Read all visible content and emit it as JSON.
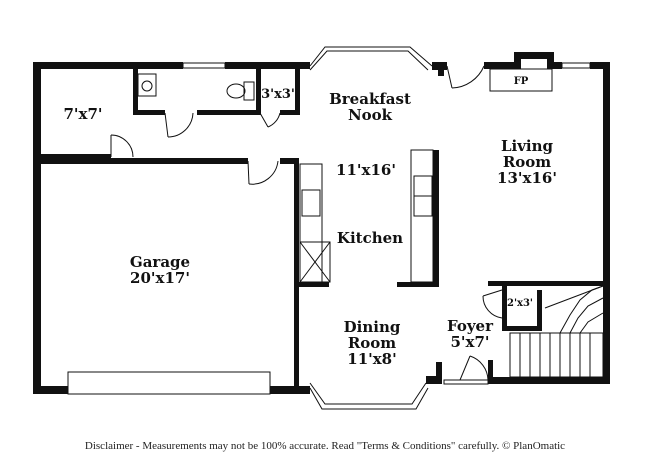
{
  "rooms": {
    "closet_7x7": {
      "dim": "7'x7'"
    },
    "closet_3x3": {
      "dim": "3'x3'"
    },
    "breakfast_nook": {
      "line1": "Breakfast",
      "line2": "Nook"
    },
    "kitchen": {
      "name": "Kitchen",
      "dim": "11'x16'"
    },
    "living_room": {
      "line1": "Living",
      "line2": "Room",
      "dim": "13'x16'"
    },
    "fireplace": {
      "label": "FP"
    },
    "garage": {
      "name": "Garage",
      "dim": "20'x17'"
    },
    "dining_room": {
      "line1": "Dining",
      "line2": "Room",
      "dim": "11'x8'"
    },
    "foyer": {
      "name": "Foyer",
      "dim": "5'x7'"
    },
    "closet_2x3": {
      "dim": "2'x3'"
    }
  },
  "disclaimer": "Disclaimer - Measurements may not be 100% accurate. Read \"Terms & Conditions\" carefully. © PlanOmatic"
}
